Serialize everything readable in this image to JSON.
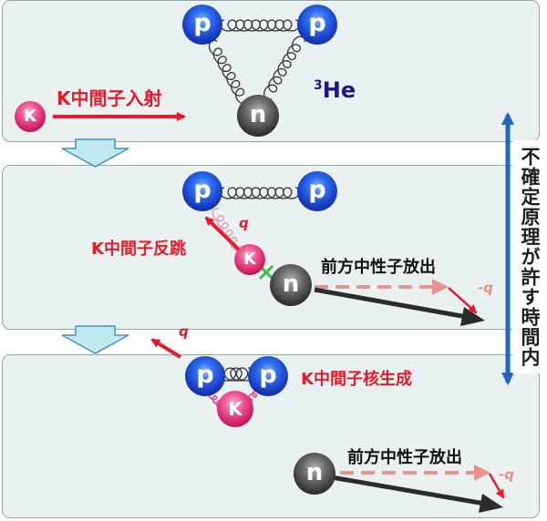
{
  "labels": {
    "k_incident": "K中間子入射",
    "helium3": "He",
    "helium3_mass": "3",
    "k_recoil": "K中間子反跳",
    "neutron_forward_1": "前方中性子放出",
    "k_nucleus": "K中間子核生成",
    "neutron_forward_2": "前方中性子放出",
    "uncertainty": "不確定原理が許す時間内",
    "q_1": "q",
    "q_2": "q",
    "minus_q_1": "-q",
    "minus_q_2": "-q"
  },
  "particles": {
    "proton": "p",
    "neutron": "n",
    "kaon": "K"
  },
  "colors": {
    "panel_bg": "#e9f2f1",
    "label_red": "#e8192a",
    "arrow_dark": "#2b2b2b",
    "arrow_pink": "#e8948c",
    "timeline_blue": "#2166c2",
    "down_arrow": "#bfe9ec"
  }
}
